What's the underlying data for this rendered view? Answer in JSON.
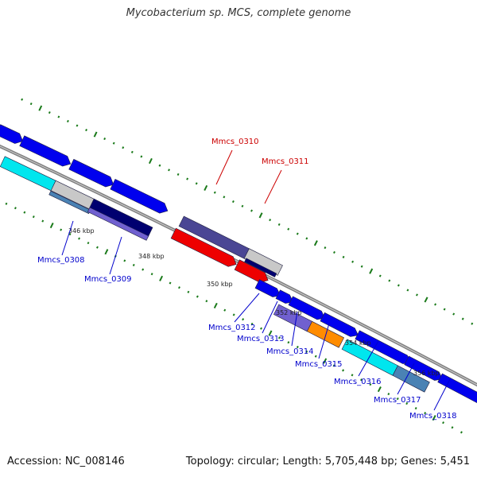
{
  "title": "Mycobacterium sp. MCS, complete genome",
  "footer": {
    "accession": "Accession: NC_008146",
    "summary": "Topology: circular; Length: 5,705,448 bp; Genes: 5,451"
  },
  "colors": {
    "backbone": "#808080",
    "tick": "#1a7a1a",
    "label_plus": "#cc0000",
    "label_minus": "#0000cc",
    "blue": "#0000ee",
    "navy": "#4a4694",
    "red": "#ee0000",
    "cyan": "#00e6ee",
    "steel": "#4a82b4",
    "lavender": "#7060d0",
    "orange": "#ff8c00",
    "darknavy": "#000070",
    "silver": "#c8c8c8"
  },
  "ticks": [
    "346 kbp",
    "348 kbp",
    "350 kbp",
    "352 kbp",
    "354 kbp",
    "356 kbp"
  ],
  "genes": [
    {
      "label": "Mmcs_0308",
      "strand": "minus"
    },
    {
      "label": "Mmcs_0309",
      "strand": "minus"
    },
    {
      "label": "Mmcs_0310",
      "strand": "plus"
    },
    {
      "label": "Mmcs_0311",
      "strand": "plus"
    },
    {
      "label": "Mmcs_0312",
      "strand": "minus"
    },
    {
      "label": "Mmcs_0313",
      "strand": "minus"
    },
    {
      "label": "Mmcs_0314",
      "strand": "minus"
    },
    {
      "label": "Mmcs_0315",
      "strand": "minus"
    },
    {
      "label": "Mmcs_0316",
      "strand": "minus"
    },
    {
      "label": "Mmcs_0317",
      "strand": "minus"
    },
    {
      "label": "Mmcs_0318",
      "strand": "minus"
    }
  ]
}
